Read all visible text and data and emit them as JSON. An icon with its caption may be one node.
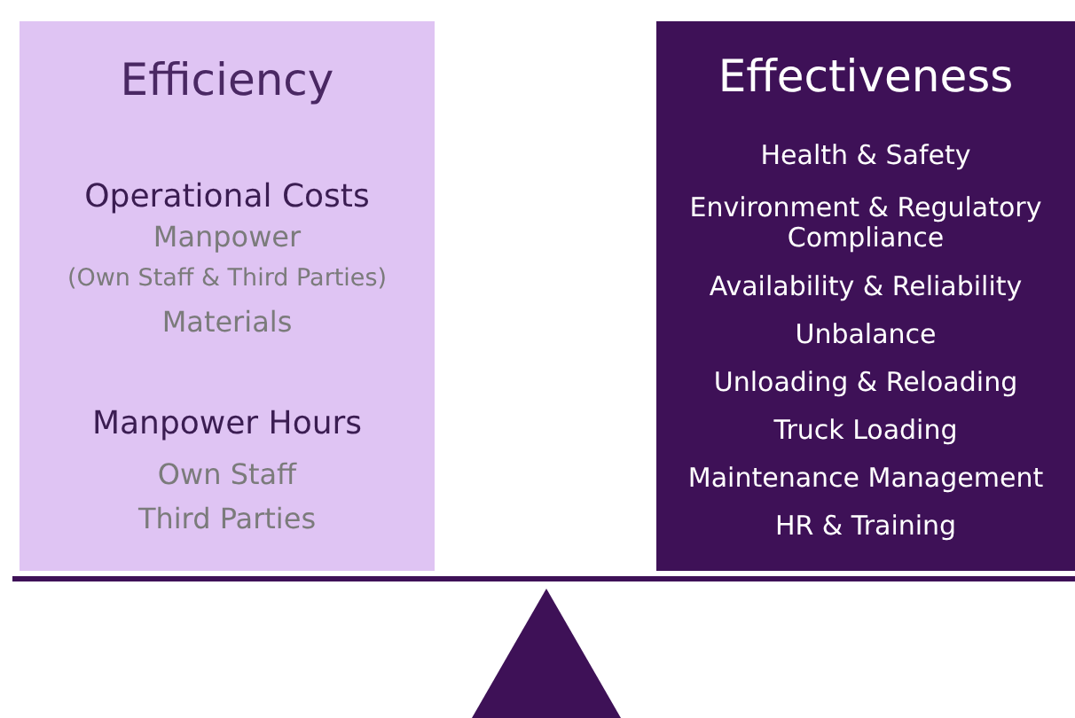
{
  "diagram": {
    "nodes": [
      {
        "text": [
          "Efficiency",
          "Operational Costs",
          "Manpower",
          "(Own Staff & Third Parties)",
          "Materials",
          "Manpower Hours",
          "Own Staff",
          "Third Parties"
        ]
      },
      {
        "text": [
          "Effectiveness",
          "Health & Safety",
          "Environment & Regulatory Compliance",
          "Availability & Reliability",
          "Unbalance",
          "Unloading & Reloading",
          "Truck Loading",
          "Maintenance Management",
          "HR & Training"
        ]
      }
    ],
    "edges": []
  }
}
